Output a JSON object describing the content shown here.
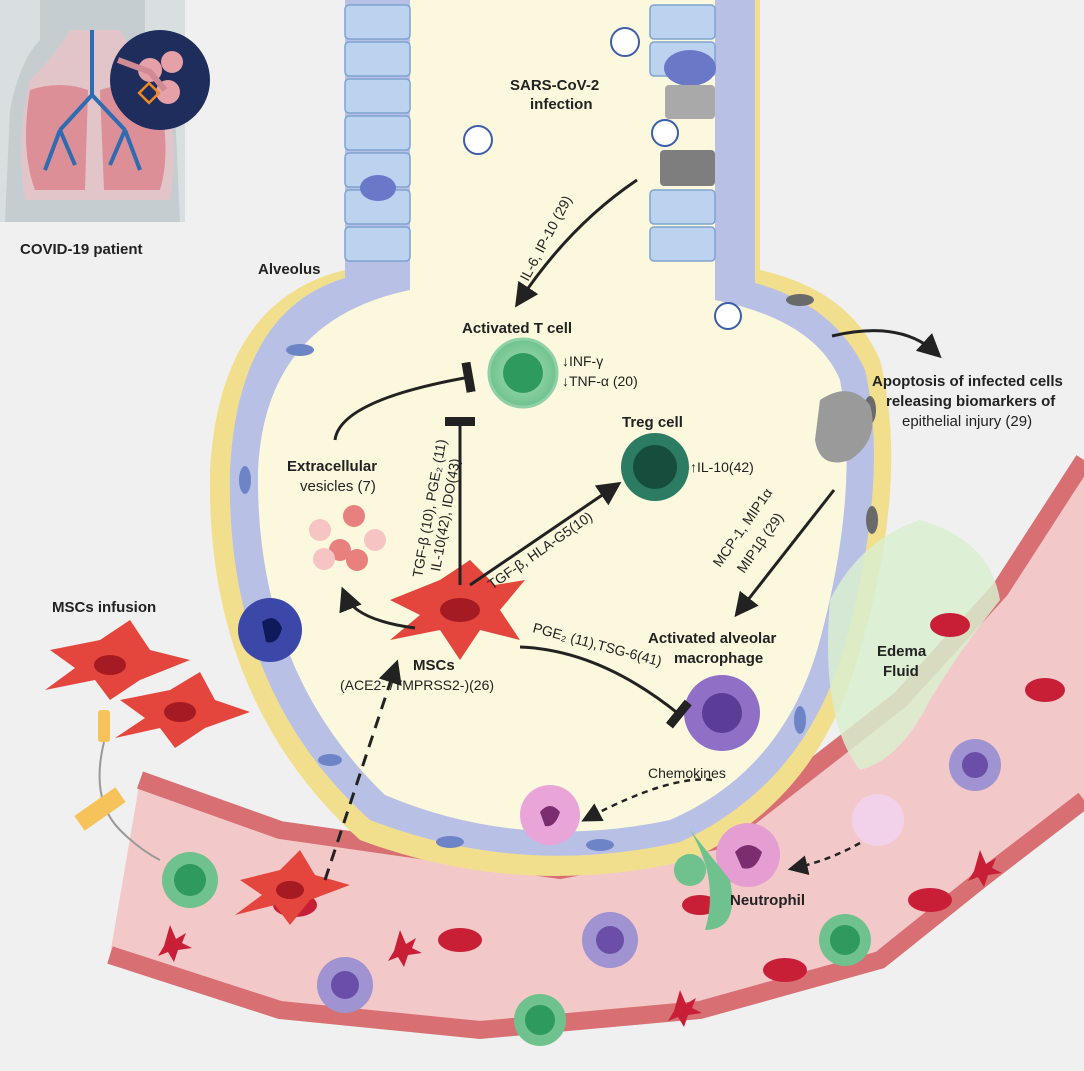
{
  "labels": {
    "patient": "COVID-19 patient",
    "alveolus": "Alveolus",
    "infection_line1": "SARS-CoV-2",
    "infection_line2": "infection",
    "cytokines_epi": "IL-6, IP-10 (29)",
    "activated_t_cell": "Activated T cell",
    "t_effect_1": "↓INF-γ",
    "t_effect_2": "↓TNF-α (20)",
    "treg_cell": "Treg cell",
    "treg_effect": "↑IL-10(42)",
    "apoptosis_1": "Apoptosis of infected cells",
    "apoptosis_2": "releasing biomarkers of",
    "apoptosis_3": "epithelial injury (29)",
    "ev_1": "Extracellular",
    "ev_2": "vesicles (7)",
    "msc_to_t_1": "TGF-β (10), PGE₂ (11)",
    "msc_to_t_2": "IL-10(42), IDO(43)",
    "msc_to_treg": "TGF-β, HLA-G5(10)",
    "chemokines_mac_1": "MCP-1, MIP1α",
    "chemokines_mac_2": "MIP1β (29)",
    "msc_infusion": "MSCs infusion",
    "mscs": "MSCs",
    "msc_markers": "(ACE2- /TMPRSS2-)(26)",
    "msc_to_mac": "PGE₂ (11),TSG-6(41)",
    "macrophage_1": "Activated alveolar",
    "macrophage_2": "macrophage",
    "edema_1": "Edema",
    "edema_2": "Fluid",
    "chemokines": "Chemokines",
    "neutrophil": "Neutrophil"
  },
  "colors": {
    "alveolus_fill": "#fbf8dd",
    "alveolus_rim": "#f2df8e",
    "epithelium": "#b7cdea",
    "msc": "#e4453c",
    "t_cell": "#66bd86",
    "treg": "#2c7b63",
    "vessel": "#f3c2c2",
    "rbc": "#c81e36",
    "macrophage": "#8f70c6",
    "neutrophil": "#e59ed2",
    "edema": "#d9efcf"
  }
}
